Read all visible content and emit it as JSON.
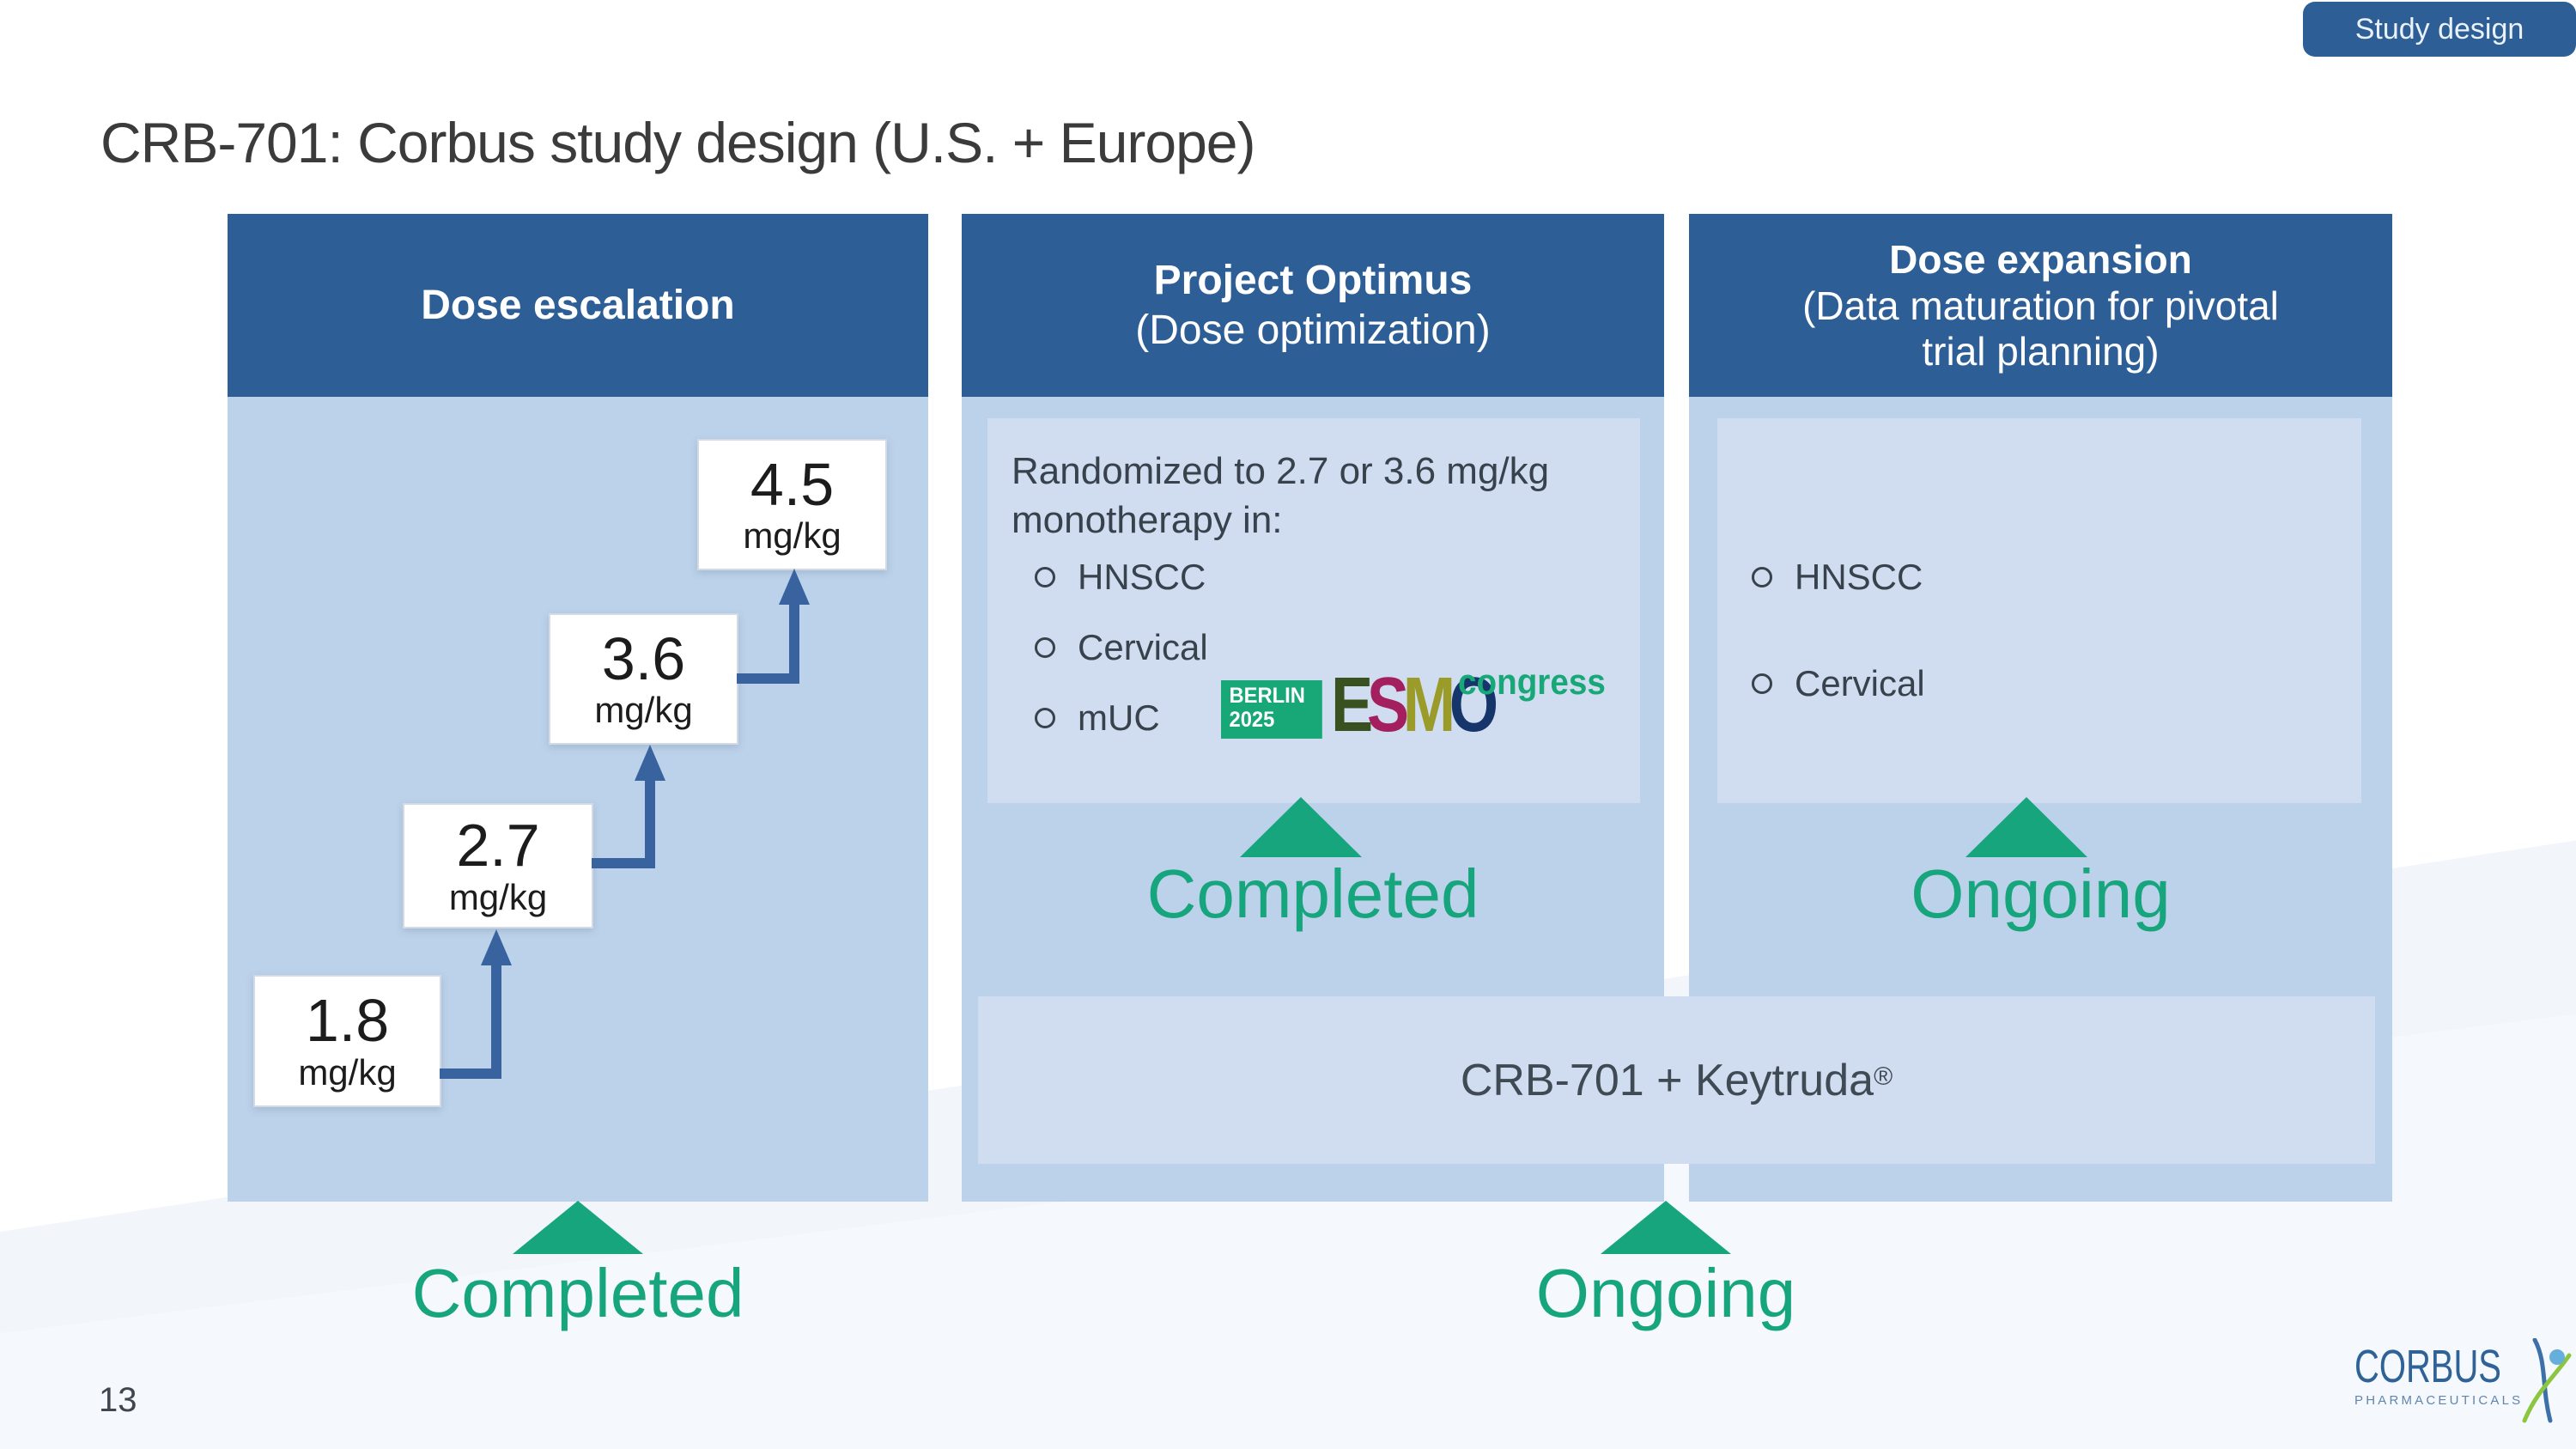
{
  "badge": {
    "label": "Study design"
  },
  "title": "CRB-701: Corbus study design (U.S. + Europe)",
  "page_number": "13",
  "colors": {
    "header_blue": "#2e5e96",
    "panel_body_blue": "#bcd2ea",
    "inset_blue": "#d0ddf0",
    "accent_green": "#16a57c",
    "arrow_blue": "#38639f",
    "esmo_green": "#18a878",
    "esmo_e": "#39511f",
    "esmo_s": "#a31f5e",
    "esmo_m": "#9b9b2a",
    "esmo_o": "#16366b",
    "corbus_blue": "#2f6397"
  },
  "panels": [
    {
      "header": "Dose escalation",
      "dose_unit": "mg/kg",
      "doses": [
        {
          "value": "1.8",
          "unit": "mg/kg"
        },
        {
          "value": "2.7",
          "unit": "mg/kg"
        },
        {
          "value": "3.6",
          "unit": "mg/kg"
        },
        {
          "value": "4.5",
          "unit": "mg/kg"
        }
      ],
      "status": "Completed"
    },
    {
      "header_line1": "Project Optimus",
      "header_line2": "(Dose optimization)",
      "intro_line1": "Randomized to 2.7 or 3.6 mg/kg",
      "intro_line2": "monotherapy in:",
      "bullets": [
        "HNSCC",
        "Cervical",
        "mUC"
      ],
      "status": "Completed",
      "esmo": {
        "city": "BERLIN",
        "year": "2025",
        "letters": [
          "E",
          "S",
          "M",
          "O"
        ],
        "congress": "congress"
      }
    },
    {
      "header_line1": "Dose expansion",
      "header_line2": "(Data maturation for pivotal",
      "header_line3": "trial planning)",
      "bullets": [
        "HNSCC",
        "Cervical"
      ],
      "status": "Ongoing"
    }
  ],
  "combo_band": {
    "text": "CRB-701 + Keytruda",
    "registered": "®"
  },
  "bottom_statuses": [
    {
      "label": "Completed"
    },
    {
      "label": "Ongoing"
    }
  ],
  "footer_logo": {
    "name": "CORBUS",
    "subtitle": "PHARMACEUTICALS"
  }
}
